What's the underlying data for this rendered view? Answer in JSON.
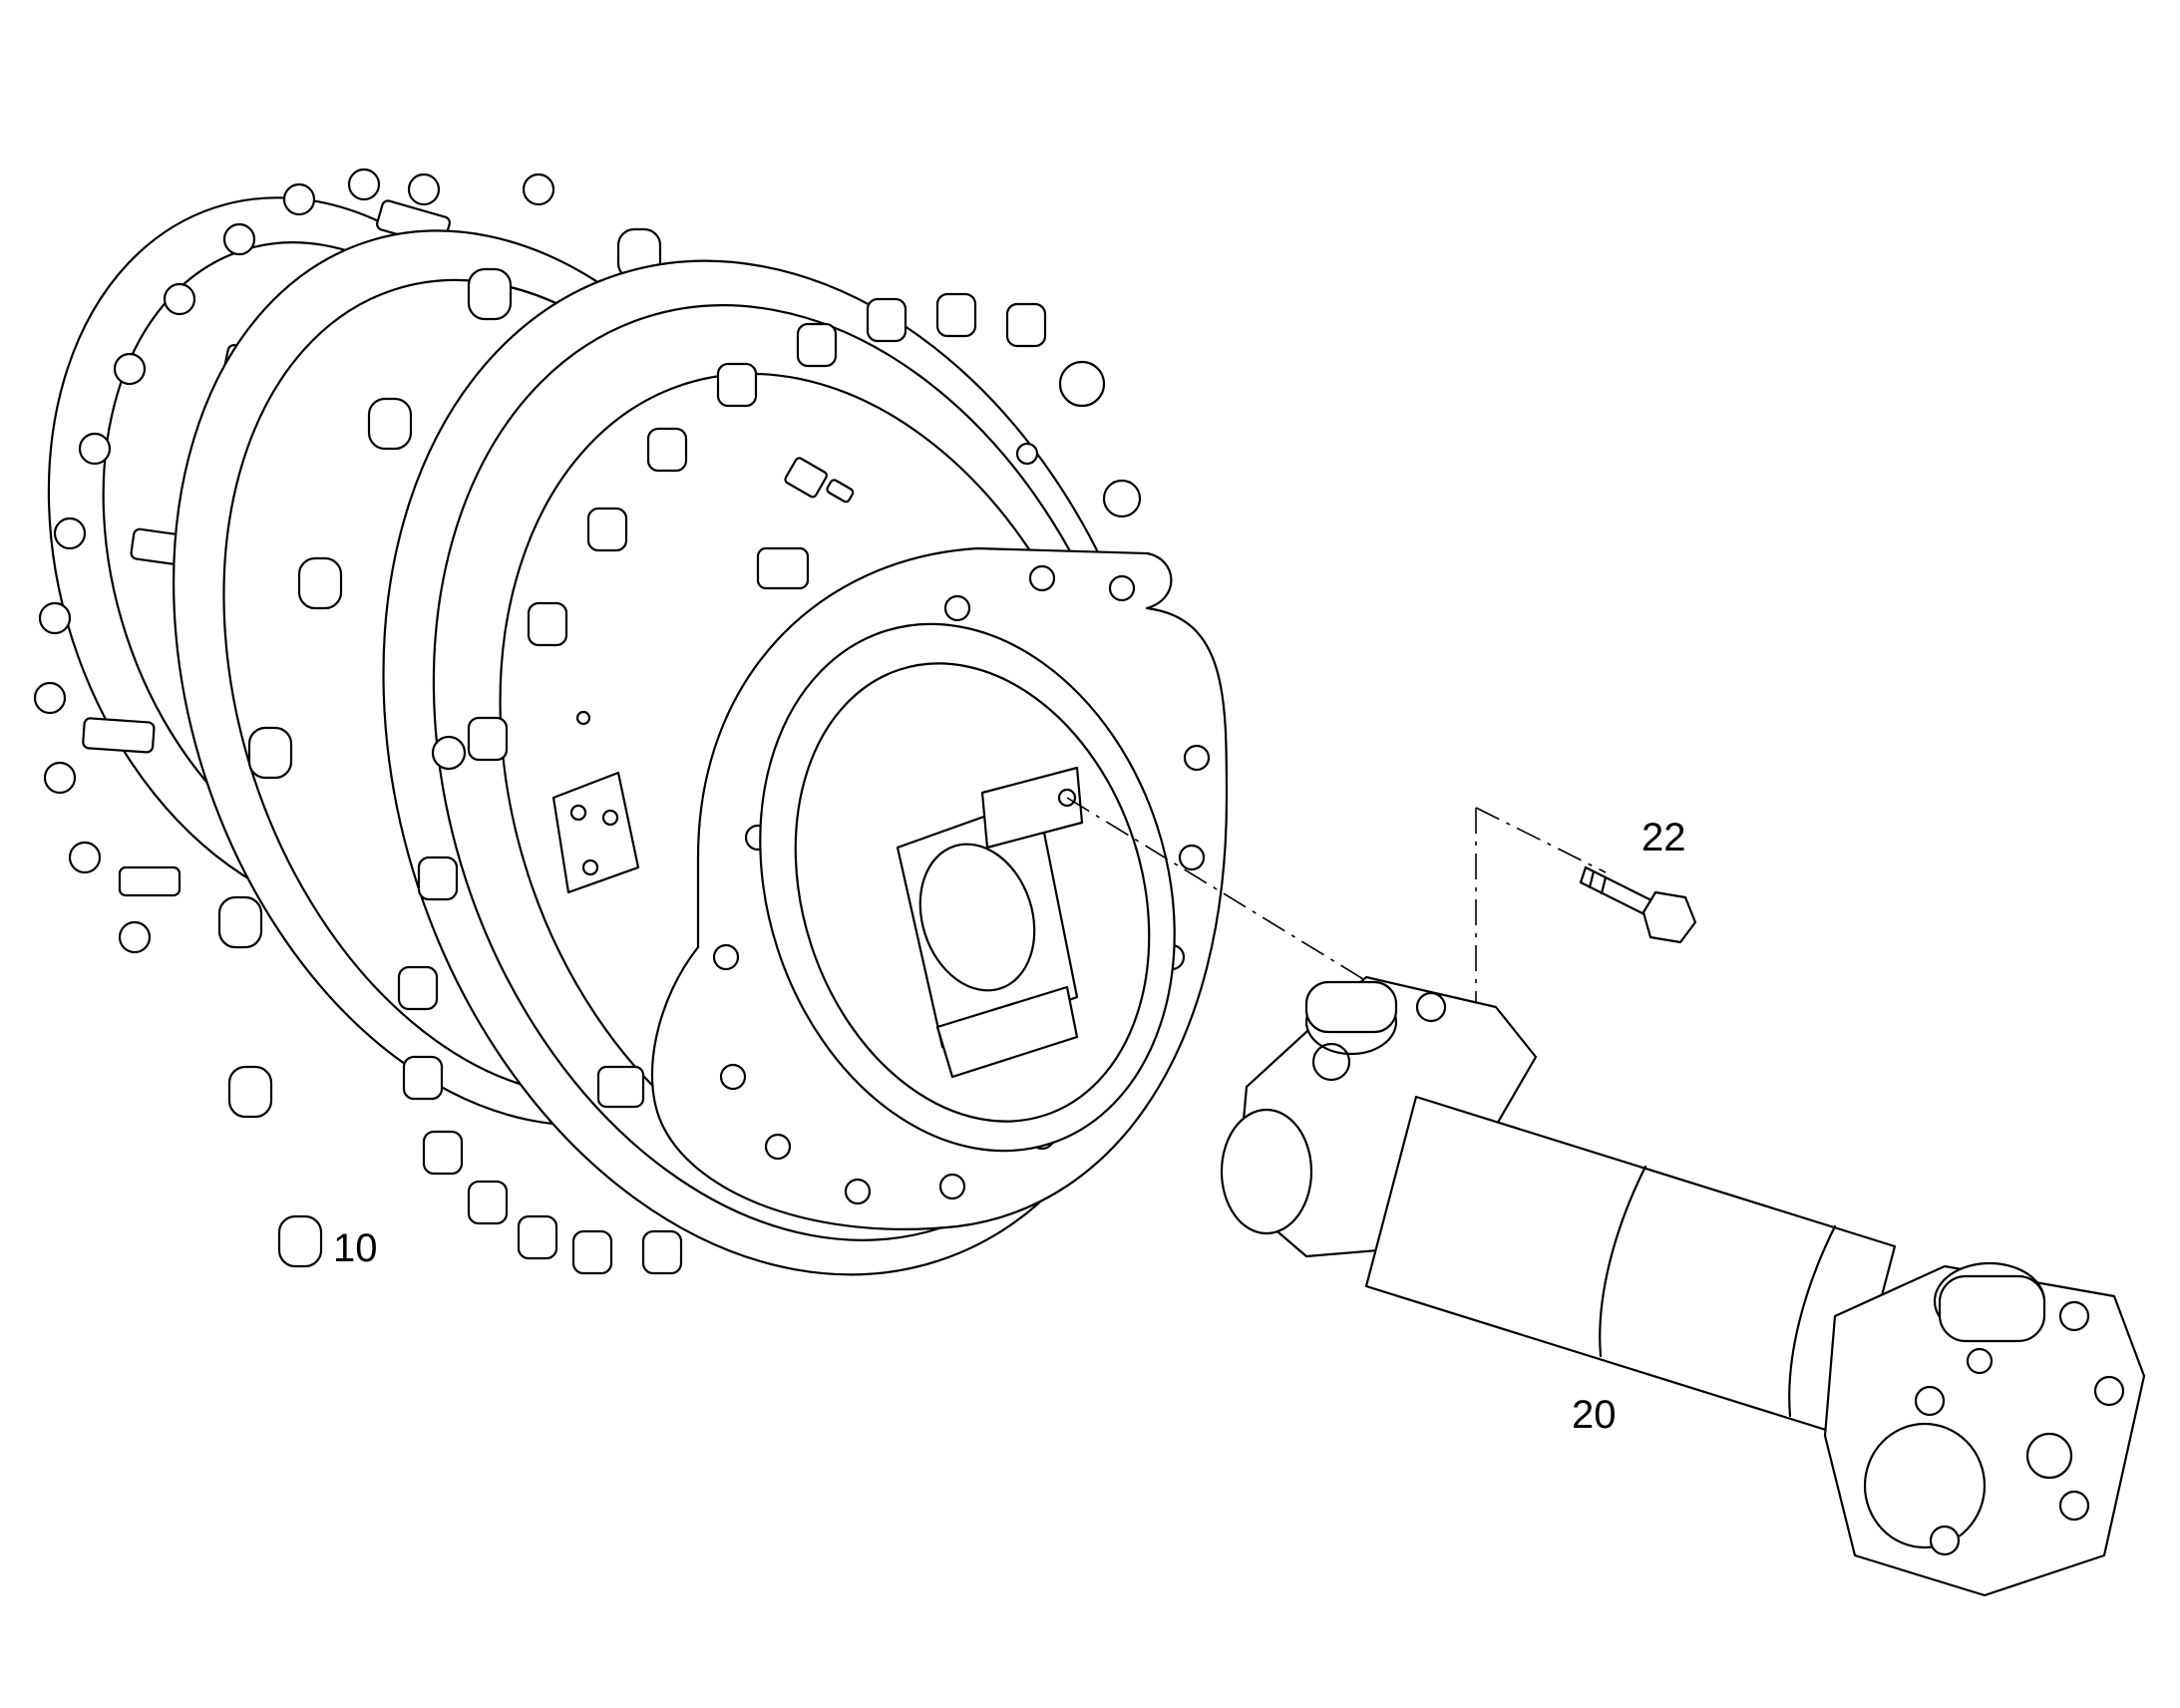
{
  "callouts": {
    "item_10": "10",
    "item_20": "20",
    "item_22": "22"
  },
  "colors": {
    "background": "#ffffff",
    "line": "#000000"
  },
  "parts": [
    {
      "ref": "10",
      "icon": "final-drive-hub-assembly"
    },
    {
      "ref": "20",
      "icon": "cardan-drive-shaft"
    },
    {
      "ref": "22",
      "icon": "hex-bolt"
    }
  ]
}
